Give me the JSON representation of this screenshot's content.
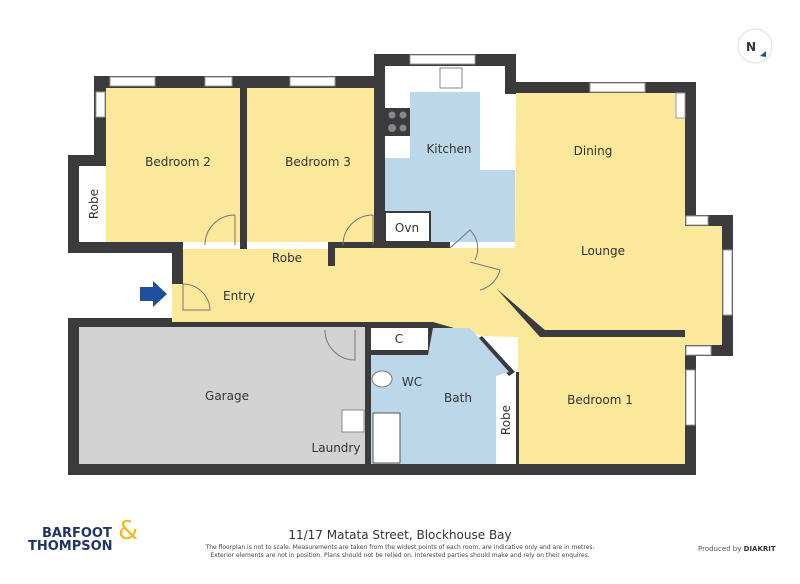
{
  "rooms": {
    "bedroom2": "Bedroom 2",
    "bedroom3": "Bedroom 3",
    "kitchen": "Kitchen",
    "dining": "Dining",
    "lounge": "Lounge",
    "entry": "Entry",
    "robe_b2": "Robe",
    "robe_b3": "Robe",
    "robe_b1": "Robe",
    "oven": "Ovn",
    "garage": "Garage",
    "laundry": "Laundry",
    "cupboard": "C",
    "wc": "WC",
    "bath": "Bath",
    "bedroom1": "Bedroom 1"
  },
  "compass": {
    "label": "N"
  },
  "footer": {
    "address": "11/17 Matata Street, Blockhouse Bay",
    "disclaimer_1": "The floorplan is not to scale. Measurements are taken from the widest points of each room, are indicative only and are in metres.",
    "disclaimer_2": "Exterior elements are not in position. Plans should not be relied on. Interested parties should make and rely on their enquires.",
    "produced_by": "Produced by",
    "producer": "DIAKRIT",
    "logo_line1": "BARFOOT",
    "logo_line2": "THOMPSON",
    "logo_amp": "&"
  },
  "colors": {
    "wall": "#3b3b3d",
    "living": "#fbe89b",
    "wet": "#bcd7ea",
    "garage": "#d3d3d3",
    "arrow": "#1f4e9c",
    "logo_blue": "#1f3566",
    "logo_gold": "#f2b81c"
  }
}
